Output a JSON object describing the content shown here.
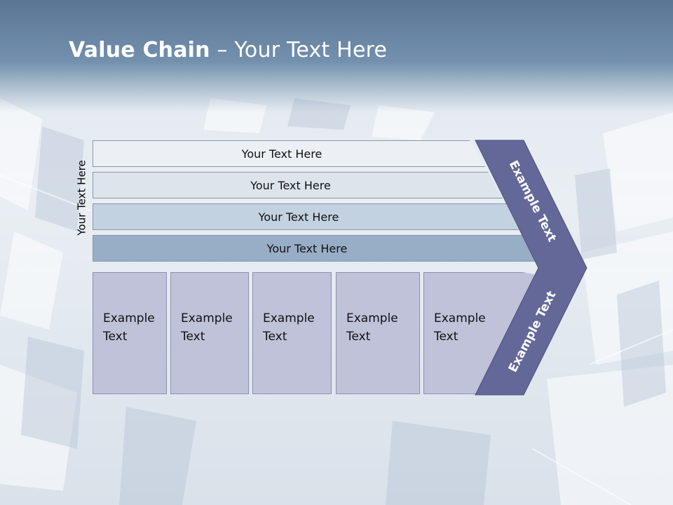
{
  "title": {
    "strong": "Value Chain",
    "rest": " – Your Text Here"
  },
  "side_label": "Your Text Here",
  "bars": [
    {
      "label": "Your Text Here",
      "color": "#ecf0f4"
    },
    {
      "label": "Your Text Here",
      "color": "#dde4ec"
    },
    {
      "label": "Your Text Here",
      "color": "#c3d2e0"
    },
    {
      "label": "Your Text Here",
      "color": "#98aec6"
    }
  ],
  "boxes": [
    {
      "line1": "Example",
      "line2": "Text"
    },
    {
      "line1": "Example",
      "line2": "Text"
    },
    {
      "line1": "Example",
      "line2": "Text"
    },
    {
      "line1": "Example",
      "line2": "Text"
    },
    {
      "line1": "Example",
      "line2": "Text"
    }
  ],
  "chevron": {
    "upper_label": "Example Text",
    "lower_label": "Example Text",
    "color": "#636899"
  }
}
